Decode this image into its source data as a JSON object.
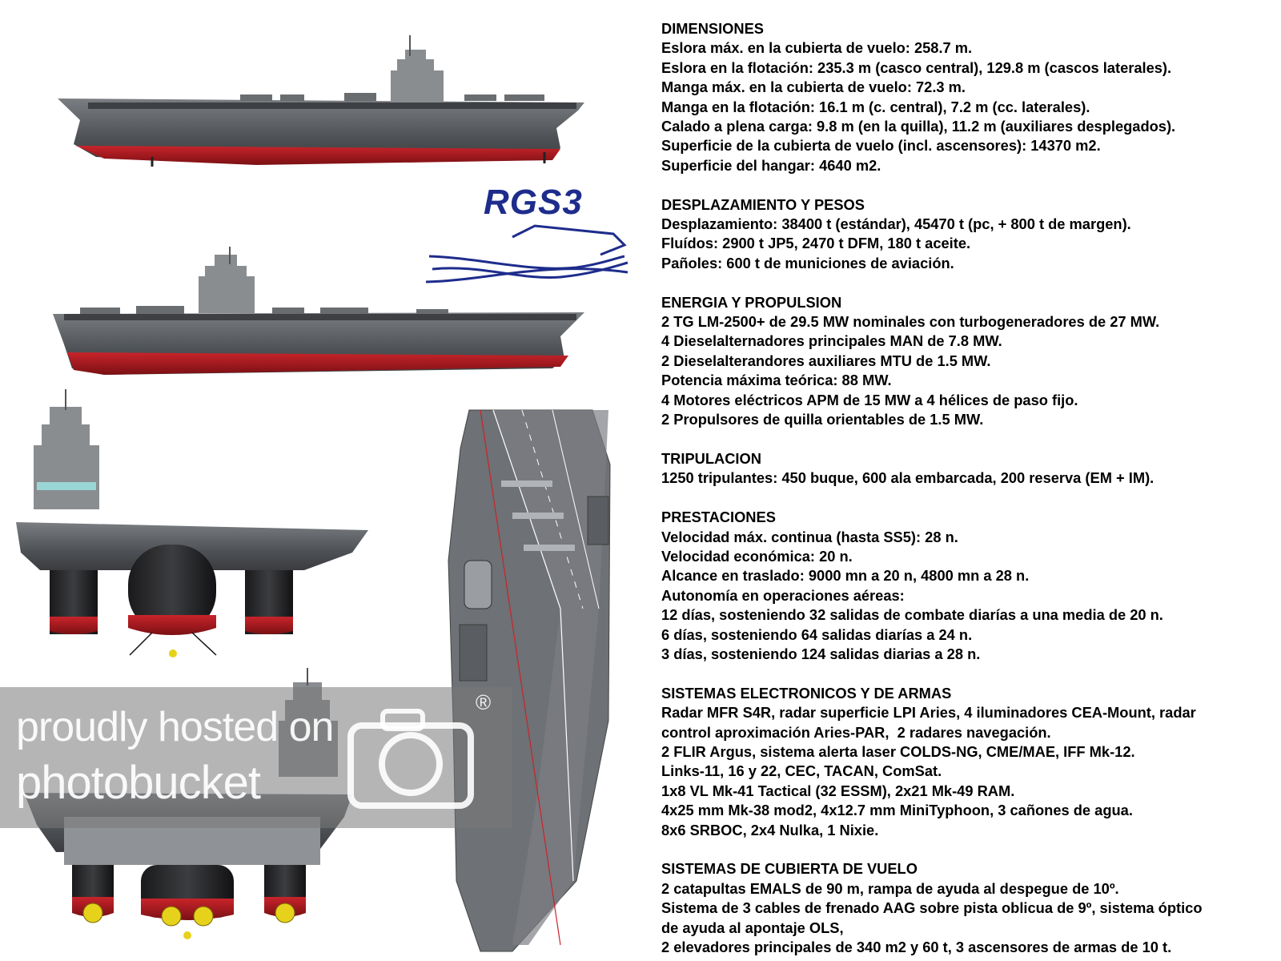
{
  "logo": {
    "text": "RGS3",
    "color": "#1e2c8c"
  },
  "watermark": {
    "line1": "proudly hosted on",
    "line2": "photobucket",
    "registered_mark": "®"
  },
  "colors": {
    "hull": "#5a5d61",
    "deck": "#6e7175",
    "boot_top": "#b01c22",
    "island": "#8a8d90",
    "propeller": "#e6d21a"
  },
  "sections": [
    {
      "heading": "DIMENSIONES",
      "lines": [
        "Eslora máx. en la cubierta de vuelo: 258.7 m.",
        "Eslora en la flotación: 235.3 m (casco central), 129.8 m (cascos laterales).",
        "Manga máx. en la cubierta de vuelo: 72.3 m.",
        "Manga en la flotación: 16.1 m (c. central), 7.2 m (cc. laterales).",
        "Calado a plena carga: 9.8 m (en la quilla), 11.2 m (auxiliares desplegados).",
        "Superficie de la cubierta de vuelo (incl. ascensores): 14370 m2.",
        "Superficie del hangar: 4640 m2."
      ]
    },
    {
      "heading": "DESPLAZAMIENTO Y PESOS",
      "lines": [
        "Desplazamiento: 38400 t (estándar), 45470 t (pc, + 800 t de margen).",
        "Fluídos: 2900 t JP5, 2470 t DFM, 180 t aceite.",
        "Pañoles: 600 t de municiones de aviación."
      ]
    },
    {
      "heading": "ENERGIA Y PROPULSION",
      "lines": [
        "2 TG LM-2500+ de 29.5 MW nominales con turbogeneradores de 27 MW.",
        "4 Dieselalternadores principales MAN de 7.8 MW.",
        "2 Dieselalterandores auxiliares MTU de 1.5 MW.",
        "Potencia máxima teórica: 88 MW.",
        "4 Motores eléctricos APM de 15 MW a 4 hélices de paso fijo.",
        "2 Propulsores de quilla orientables de 1.5 MW."
      ]
    },
    {
      "heading": "TRIPULACION",
      "lines": [
        "1250 tripulantes: 450 buque, 600 ala embarcada, 200 reserva (EM + IM)."
      ]
    },
    {
      "heading": "PRESTACIONES",
      "lines": [
        "Velocidad máx. continua (hasta SS5): 28 n.",
        "Velocidad económica: 20 n.",
        "Alcance en traslado: 9000 mn a 20 n, 4800 mn a 28 n.",
        "Autonomía en operaciones aéreas:",
        "12 días, sosteniendo 32 salidas de combate diarías a una media de 20 n.",
        "6 días, sosteniendo 64 salidas diarías a 24 n.",
        "3 días, sosteniendo 124 salidas diarias a 28 n."
      ]
    },
    {
      "heading": "SISTEMAS ELECTRONICOS Y DE ARMAS",
      "lines": [
        "Radar MFR S4R, radar superficie LPI Aries, 4 iluminadores CEA-Mount, radar",
        "control aproximación Aries-PAR,  2 radares navegación.",
        "2 FLIR Argus, sistema alerta laser COLDS-NG, CME/MAE, IFF Mk-12.",
        "Links-11, 16 y 22, CEC, TACAN, ComSat.",
        "1x8 VL Mk-41 Tactical (32 ESSM), 2x21 Mk-49 RAM.",
        "4x25 mm Mk-38 mod2, 4x12.7 mm MiniTyphoon, 3 cañones de agua.",
        "8x6 SRBOC, 2x4 Nulka, 1 Nixie."
      ]
    },
    {
      "heading": "SISTEMAS DE CUBIERTA DE VUELO",
      "lines": [
        "2 catapultas EMALS de 90 m, rampa de ayuda al despegue de 10º.",
        "Sistema de 3 cables de frenado AAG sobre pista oblicua de 9º, sistema óptico",
        "de ayuda al apontaje OLS,",
        "2 elevadores principales de 340 m2 y 60 t, 3 ascensores de armas de 10 t."
      ]
    }
  ]
}
